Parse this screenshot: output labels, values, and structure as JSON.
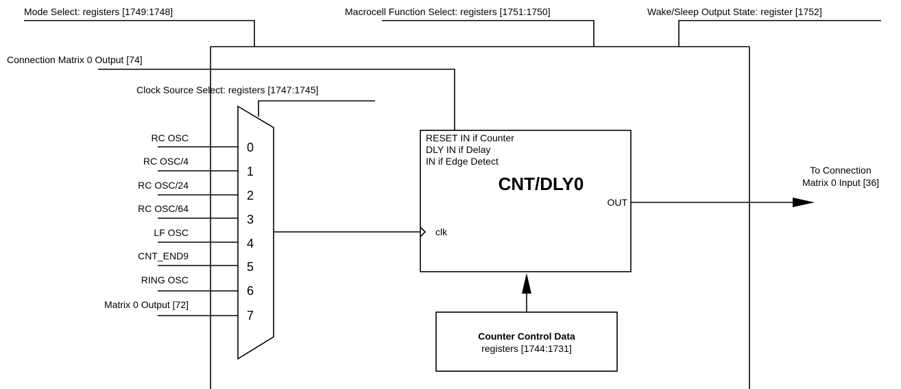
{
  "top_labels": {
    "mode_select": "Mode Select: registers [1749:1748]",
    "macrocell_function_select": "Macrocell Function Select: registers [1751:1750]",
    "wake_sleep_output_state": "Wake/Sleep Output State: register [1752]"
  },
  "connection_matrix_0_output": "Connection Matrix 0 Output [74]",
  "clock_source_select": "Clock Source Select: registers [1747:1745]",
  "mux_inputs": [
    {
      "label": "RC OSC",
      "number": "0"
    },
    {
      "label": "RC OSC/4",
      "number": "1"
    },
    {
      "label": "RC OSC/24",
      "number": "2"
    },
    {
      "label": "RC OSC/64",
      "number": "3"
    },
    {
      "label": "LF OSC",
      "number": "4"
    },
    {
      "label": "CNT_END9",
      "number": "5"
    },
    {
      "label": "RING OSC",
      "number": "6"
    },
    {
      "label": "Matrix 0 Output [72]",
      "number": "7"
    }
  ],
  "cnt_block": {
    "line1": "RESET IN if Counter",
    "line2": "DLY IN if Delay",
    "line3": "IN if Edge Detect",
    "title": "CNT/DLY0",
    "out_label": "OUT",
    "clk_label": "clk"
  },
  "output_label": {
    "line1": "To Connection",
    "line2": "Matrix 0 Input [36]"
  },
  "counter_control": {
    "title": "Counter Control Data",
    "subtitle": "registers [1744:1731]"
  }
}
